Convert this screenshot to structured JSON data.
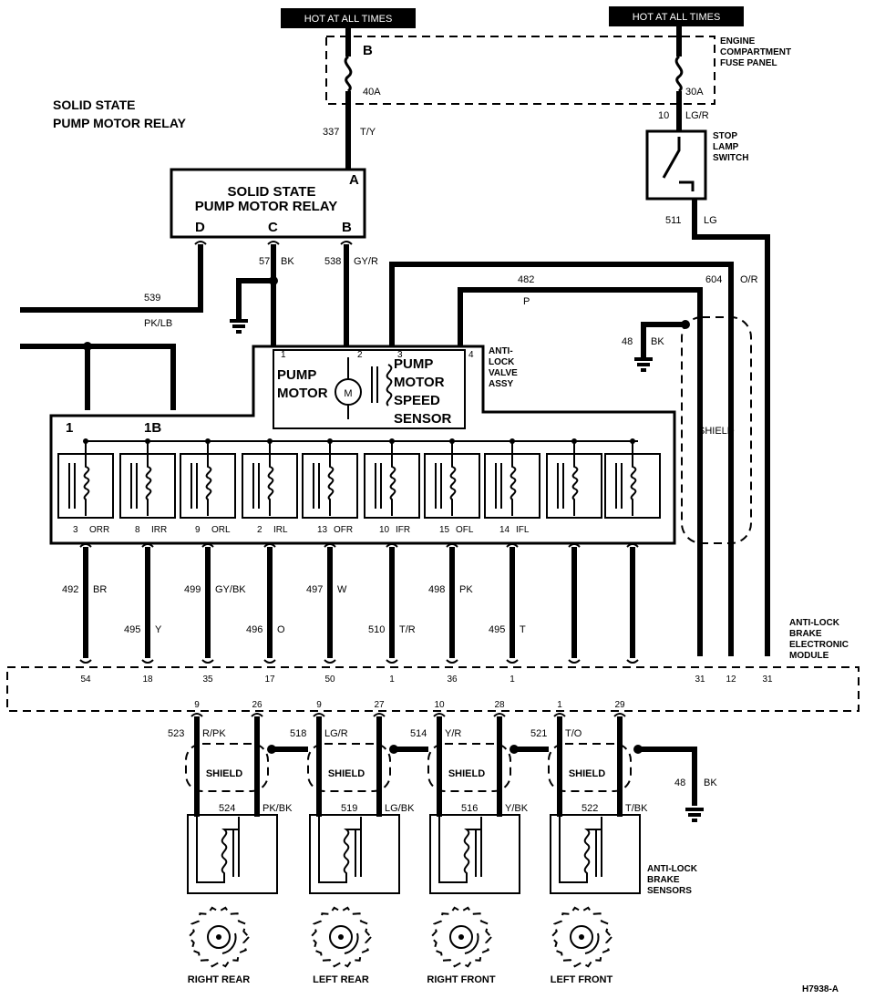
{
  "hot_labels": [
    "HOT AT ALL TIMES",
    "HOT AT ALL TIMES"
  ],
  "fuse_panel_label": [
    "ENGINE",
    "COMPARTMENT",
    "FUSE PANEL"
  ],
  "fuses": [
    {
      "letter": "B",
      "rating": "40A",
      "circuit": "337",
      "color": "T/Y"
    },
    {
      "letter": "",
      "rating": "30A",
      "circuit": "10",
      "color": "LG/R"
    }
  ],
  "title": [
    "SOLID STATE",
    "PUMP MOTOR RELAY"
  ],
  "relay": {
    "name": [
      "SOLID STATE",
      "PUMP MOTOR RELAY"
    ],
    "pin_a": "A",
    "pins": [
      "D",
      "C",
      "B"
    ]
  },
  "relay_wires": [
    {
      "circuit": "539",
      "color": "PK/LB"
    },
    {
      "circuit": "57",
      "color": "BK"
    },
    {
      "circuit": "538",
      "color": "GY/R"
    }
  ],
  "stop_lamp": {
    "label": [
      "STOP",
      "LAMP",
      "SWITCH"
    ],
    "circuit": "511",
    "color": "LG"
  },
  "valve": {
    "label": [
      "ANTI-",
      "LOCK",
      "VALVE",
      "ASSY"
    ],
    "pump_motor": [
      "PUMP",
      "MOTOR"
    ],
    "motor_symbol": "M",
    "speed_sensor": [
      "PUMP",
      "MOTOR",
      "SPEED",
      "SENSOR"
    ],
    "pins": [
      "1",
      "2",
      "3",
      "4"
    ],
    "block_pins": [
      "1",
      "1B"
    ]
  },
  "sensor_wires": [
    {
      "circuit": "482",
      "color": "P"
    },
    {
      "circuit": "604",
      "color": "O/R"
    }
  ],
  "ground_48_top": {
    "circuit": "48",
    "color": "BK"
  },
  "shield_label": "SHIELD",
  "solenoids": [
    {
      "pin": "3",
      "name": "ORR"
    },
    {
      "pin": "8",
      "name": "IRR"
    },
    {
      "pin": "9",
      "name": "ORL"
    },
    {
      "pin": "2",
      "name": "IRL"
    },
    {
      "pin": "13",
      "name": "OFR"
    },
    {
      "pin": "10",
      "name": "IFR"
    },
    {
      "pin": "15",
      "name": "OFL"
    },
    {
      "pin": "14",
      "name": "IFL"
    },
    {
      "pin": "",
      "name": ""
    },
    {
      "pin": "",
      "name": ""
    }
  ],
  "solenoid_wires": [
    {
      "circuit": "492",
      "color": "BR"
    },
    {
      "circuit": "495",
      "color": "Y"
    },
    {
      "circuit": "499",
      "color": "GY/BK"
    },
    {
      "circuit": "496",
      "color": "O"
    },
    {
      "circuit": "497",
      "color": "W"
    },
    {
      "circuit": "510",
      "color": "T/R"
    },
    {
      "circuit": "498",
      "color": "PK"
    },
    {
      "circuit": "495",
      "color": "T"
    }
  ],
  "module": {
    "label": [
      "ANTI-LOCK",
      "BRAKE",
      "ELECTRONIC",
      "MODULE"
    ],
    "top_pins": [
      "54",
      "18",
      "35",
      "17",
      "50",
      "1",
      "36",
      "1",
      "31",
      "12",
      "31"
    ],
    "bottom_pins": [
      "9",
      "26",
      "9",
      "27",
      "10",
      "28",
      "1",
      "29"
    ]
  },
  "wheel_sensors": [
    {
      "name": "RIGHT REAR",
      "c1": "523",
      "col1": "R/PK",
      "c2": "524",
      "col2": "PK/BK"
    },
    {
      "name": "LEFT REAR",
      "c1": "518",
      "col1": "LG/R",
      "c2": "519",
      "col2": "LG/BK"
    },
    {
      "name": "RIGHT FRONT",
      "c1": "514",
      "col1": "Y/R",
      "c2": "516",
      "col2": "Y/BK"
    },
    {
      "name": "LEFT FRONT",
      "c1": "521",
      "col1": "T/O",
      "c2": "522",
      "col2": "T/BK"
    }
  ],
  "ground_48_bottom": {
    "circuit": "48",
    "color": "BK"
  },
  "sensors_label": [
    "ANTI-LOCK",
    "BRAKE",
    "SENSORS"
  ],
  "figure_id": "H7938-A"
}
